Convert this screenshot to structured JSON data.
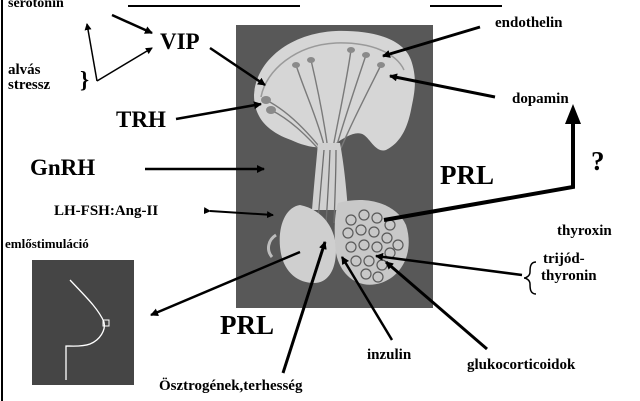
{
  "labels": {
    "serotonin": "serotonin",
    "vip": "VIP",
    "alvas": "alvás",
    "stressz": "stressz",
    "trh": "TRH",
    "gnrh": "GnRH",
    "lhfsh": "LH-FSH:Ang-II",
    "emlostimulacio": "emlőstimuláció",
    "prl_center": "PRL",
    "prl_bottom": "PRL",
    "question": "?",
    "endothelin": "endothelin",
    "dopamin": "dopamin",
    "thyroxin": "thyroxin",
    "trijod": "trijód-",
    "thyronin": "thyronin",
    "inzulin": "inzulin",
    "glukocorticoidok": "glukocorticoidok",
    "osztrogenek": "Ösztrogének,terhesség"
  },
  "colors": {
    "panel": "#585858",
    "tissue": "#d8d8d8",
    "arrow": "#000000"
  }
}
